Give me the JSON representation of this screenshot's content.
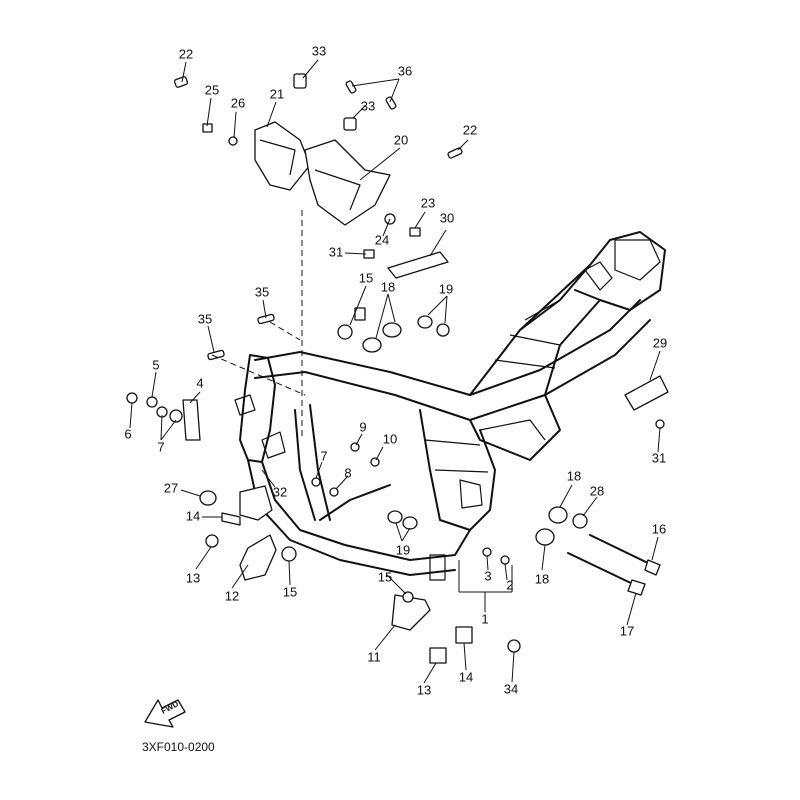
{
  "catalog_code": "3XF010-0200",
  "fwd_label": "FWD",
  "callouts": [
    {
      "id": "c22a",
      "text": "22"
    },
    {
      "id": "c33a",
      "text": "33"
    },
    {
      "id": "c36",
      "text": "36"
    },
    {
      "id": "c25",
      "text": "25"
    },
    {
      "id": "c21",
      "text": "21"
    },
    {
      "id": "c26",
      "text": "26"
    },
    {
      "id": "c33b",
      "text": "33"
    },
    {
      "id": "c20",
      "text": "20"
    },
    {
      "id": "c22b",
      "text": "22"
    },
    {
      "id": "c23",
      "text": "23"
    },
    {
      "id": "c30",
      "text": "30"
    },
    {
      "id": "c24",
      "text": "24"
    },
    {
      "id": "c31a",
      "text": "31"
    },
    {
      "id": "c15a",
      "text": "15"
    },
    {
      "id": "c18a",
      "text": "18"
    },
    {
      "id": "c19a",
      "text": "19"
    },
    {
      "id": "c35a",
      "text": "35"
    },
    {
      "id": "c35b",
      "text": "35"
    },
    {
      "id": "c29",
      "text": "29"
    },
    {
      "id": "c5",
      "text": "5"
    },
    {
      "id": "c4",
      "text": "4"
    },
    {
      "id": "c6",
      "text": "6"
    },
    {
      "id": "c7a",
      "text": "7"
    },
    {
      "id": "c9",
      "text": "9"
    },
    {
      "id": "c10",
      "text": "10"
    },
    {
      "id": "c31b",
      "text": "31"
    },
    {
      "id": "c7b",
      "text": "7"
    },
    {
      "id": "c8",
      "text": "8"
    },
    {
      "id": "c27",
      "text": "27"
    },
    {
      "id": "c32",
      "text": "32"
    },
    {
      "id": "c18b",
      "text": "18"
    },
    {
      "id": "c28",
      "text": "28"
    },
    {
      "id": "c14a",
      "text": "14"
    },
    {
      "id": "c19b",
      "text": "19"
    },
    {
      "id": "c16",
      "text": "16"
    },
    {
      "id": "c13a",
      "text": "13"
    },
    {
      "id": "c3",
      "text": "3"
    },
    {
      "id": "c2",
      "text": "2"
    },
    {
      "id": "c18c",
      "text": "18"
    },
    {
      "id": "c12",
      "text": "12"
    },
    {
      "id": "c15b",
      "text": "15"
    },
    {
      "id": "c15c",
      "text": "15"
    },
    {
      "id": "c1",
      "text": "1"
    },
    {
      "id": "c17",
      "text": "17"
    },
    {
      "id": "c11",
      "text": "11"
    },
    {
      "id": "c14b",
      "text": "14"
    },
    {
      "id": "c13b",
      "text": "13"
    },
    {
      "id": "c34",
      "text": "34"
    }
  ]
}
